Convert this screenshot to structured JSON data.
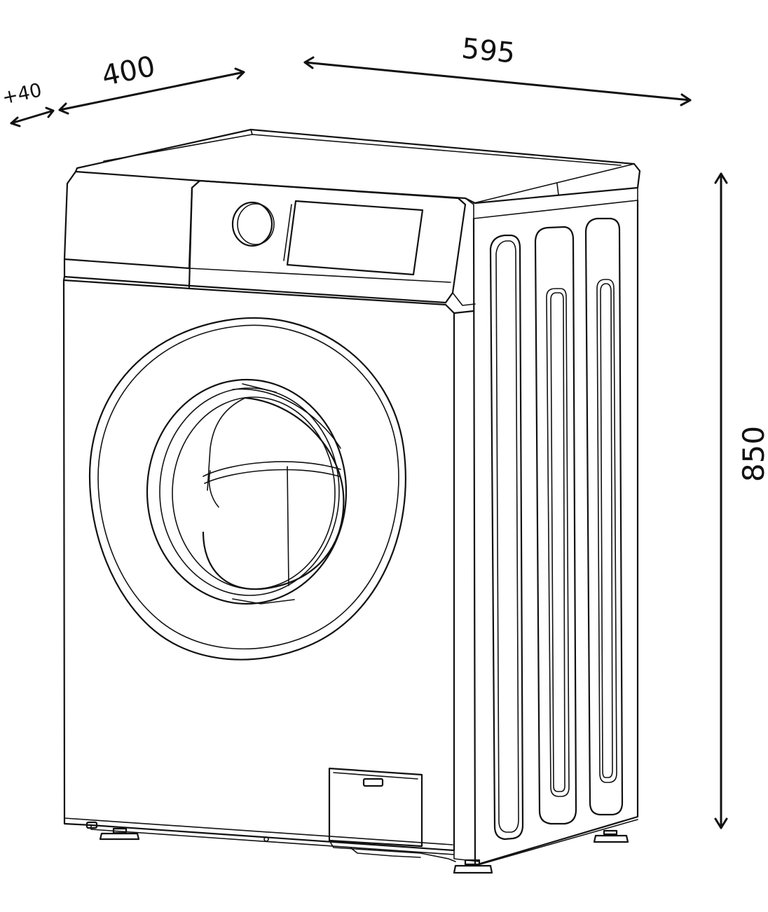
{
  "dimensions": {
    "width": "595",
    "depth": "400",
    "clearance": "+40",
    "height": "850"
  }
}
